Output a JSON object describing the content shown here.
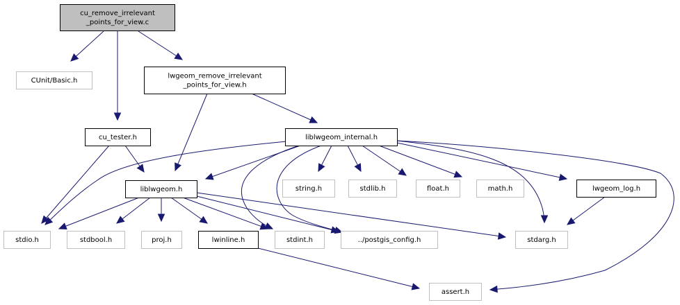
{
  "diagram": {
    "type": "include-dependency-graph",
    "colors": {
      "edge": "#191970",
      "root_fill": "#bfbfbf",
      "documented_border": "#000000",
      "external_border": "#bfbfbf"
    },
    "nodes": [
      {
        "id": "root",
        "lines": [
          "cu_remove_irrelevant",
          "_points_for_view.c"
        ],
        "kind": "root"
      },
      {
        "id": "cunit",
        "lines": [
          "CUnit/Basic.h"
        ],
        "kind": "external"
      },
      {
        "id": "lwgeom_rip",
        "lines": [
          "lwgeom_remove_irrelevant",
          "_points_for_view.h"
        ],
        "kind": "documented"
      },
      {
        "id": "cu_tester",
        "lines": [
          "cu_tester.h"
        ],
        "kind": "documented"
      },
      {
        "id": "liblwgeom_internal",
        "lines": [
          "liblwgeom_internal.h"
        ],
        "kind": "documented"
      },
      {
        "id": "liblwgeom",
        "lines": [
          "liblwgeom.h"
        ],
        "kind": "documented"
      },
      {
        "id": "string",
        "lines": [
          "string.h"
        ],
        "kind": "external"
      },
      {
        "id": "stdlib",
        "lines": [
          "stdlib.h"
        ],
        "kind": "external"
      },
      {
        "id": "float",
        "lines": [
          "float.h"
        ],
        "kind": "external"
      },
      {
        "id": "math",
        "lines": [
          "math.h"
        ],
        "kind": "external"
      },
      {
        "id": "lwgeom_log",
        "lines": [
          "lwgeom_log.h"
        ],
        "kind": "documented"
      },
      {
        "id": "stdio",
        "lines": [
          "stdio.h"
        ],
        "kind": "external"
      },
      {
        "id": "stdbool",
        "lines": [
          "stdbool.h"
        ],
        "kind": "external"
      },
      {
        "id": "proj",
        "lines": [
          "proj.h"
        ],
        "kind": "external"
      },
      {
        "id": "lwinline",
        "lines": [
          "lwinline.h"
        ],
        "kind": "documented"
      },
      {
        "id": "stdint",
        "lines": [
          "stdint.h"
        ],
        "kind": "external"
      },
      {
        "id": "postgis_config",
        "lines": [
          "../postgis_config.h"
        ],
        "kind": "external"
      },
      {
        "id": "stdarg",
        "lines": [
          "stdarg.h"
        ],
        "kind": "external"
      },
      {
        "id": "assert",
        "lines": [
          "assert.h"
        ],
        "kind": "external"
      }
    ],
    "edges": [
      {
        "from": "root",
        "to": "cunit"
      },
      {
        "from": "root",
        "to": "cu_tester"
      },
      {
        "from": "root",
        "to": "lwgeom_rip"
      },
      {
        "from": "lwgeom_rip",
        "to": "liblwgeom"
      },
      {
        "from": "lwgeom_rip",
        "to": "liblwgeom_internal"
      },
      {
        "from": "cu_tester",
        "to": "stdio"
      },
      {
        "from": "cu_tester",
        "to": "liblwgeom"
      },
      {
        "from": "liblwgeom_internal",
        "to": "liblwgeom"
      },
      {
        "from": "liblwgeom_internal",
        "to": "stdio"
      },
      {
        "from": "liblwgeom_internal",
        "to": "stdint"
      },
      {
        "from": "liblwgeom_internal",
        "to": "postgis_config"
      },
      {
        "from": "liblwgeom_internal",
        "to": "string"
      },
      {
        "from": "liblwgeom_internal",
        "to": "stdlib"
      },
      {
        "from": "liblwgeom_internal",
        "to": "float"
      },
      {
        "from": "liblwgeom_internal",
        "to": "math"
      },
      {
        "from": "liblwgeom_internal",
        "to": "lwgeom_log"
      },
      {
        "from": "liblwgeom_internal",
        "to": "stdarg"
      },
      {
        "from": "liblwgeom_internal",
        "to": "assert"
      },
      {
        "from": "liblwgeom",
        "to": "stdio"
      },
      {
        "from": "liblwgeom",
        "to": "stdbool"
      },
      {
        "from": "liblwgeom",
        "to": "proj"
      },
      {
        "from": "liblwgeom",
        "to": "lwinline"
      },
      {
        "from": "liblwgeom",
        "to": "stdint"
      },
      {
        "from": "liblwgeom",
        "to": "postgis_config"
      },
      {
        "from": "liblwgeom",
        "to": "stdarg"
      },
      {
        "from": "lwinline",
        "to": "assert"
      },
      {
        "from": "lwgeom_log",
        "to": "stdarg"
      }
    ]
  }
}
